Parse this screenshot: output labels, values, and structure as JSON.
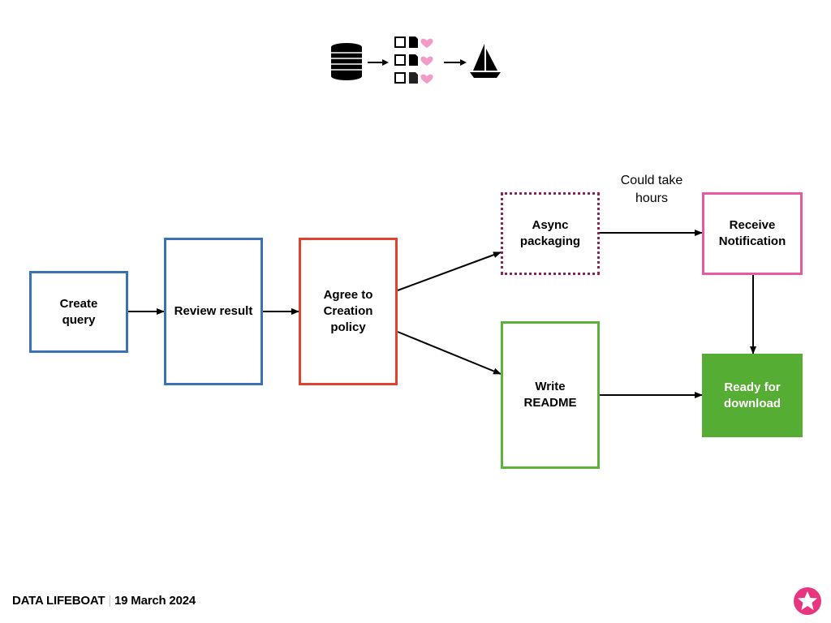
{
  "header_graphic": {
    "icons": [
      "database-icon",
      "arrow-right-icon",
      "checklist-icon",
      "arrow-right-icon",
      "sailboat-icon"
    ],
    "checklist_rows": 3,
    "accent_color": "#f29ac8"
  },
  "nodes": [
    {
      "id": "create-query",
      "label": "Create\nquery",
      "style": "solid",
      "color": "#3a73b5"
    },
    {
      "id": "review-result",
      "label": "Review result",
      "style": "solid",
      "color": "#3a73b5"
    },
    {
      "id": "agree-policy",
      "label": "Agree to\nCreation\npolicy",
      "style": "solid",
      "color": "#e0422f"
    },
    {
      "id": "async-packaging",
      "label": "Async\npackaging",
      "style": "dotted",
      "color": "#8c2557"
    },
    {
      "id": "receive-notification",
      "label": "Receive\nNotification",
      "style": "solid",
      "color": "#e85aa0"
    },
    {
      "id": "write-readme",
      "label": "Write\nREADME",
      "style": "solid",
      "color": "#5cb33a"
    },
    {
      "id": "ready-download",
      "label": "Ready for\ndownload",
      "style": "filled",
      "color": "#56ad34"
    }
  ],
  "edges": [
    {
      "from": "create-query",
      "to": "review-result"
    },
    {
      "from": "review-result",
      "to": "agree-policy"
    },
    {
      "from": "agree-policy",
      "to": "async-packaging"
    },
    {
      "from": "agree-policy",
      "to": "write-readme"
    },
    {
      "from": "async-packaging",
      "to": "receive-notification",
      "label": "Could take\nhours"
    },
    {
      "from": "receive-notification",
      "to": "ready-download"
    },
    {
      "from": "write-readme",
      "to": "ready-download"
    }
  ],
  "annotation": "Could take\nhours",
  "footer": {
    "title": "DATA LIFEBOAT",
    "separator": "|",
    "date": "19 March 2024"
  },
  "logo": {
    "name": "star-flower-logo",
    "color": "#e8357f"
  }
}
